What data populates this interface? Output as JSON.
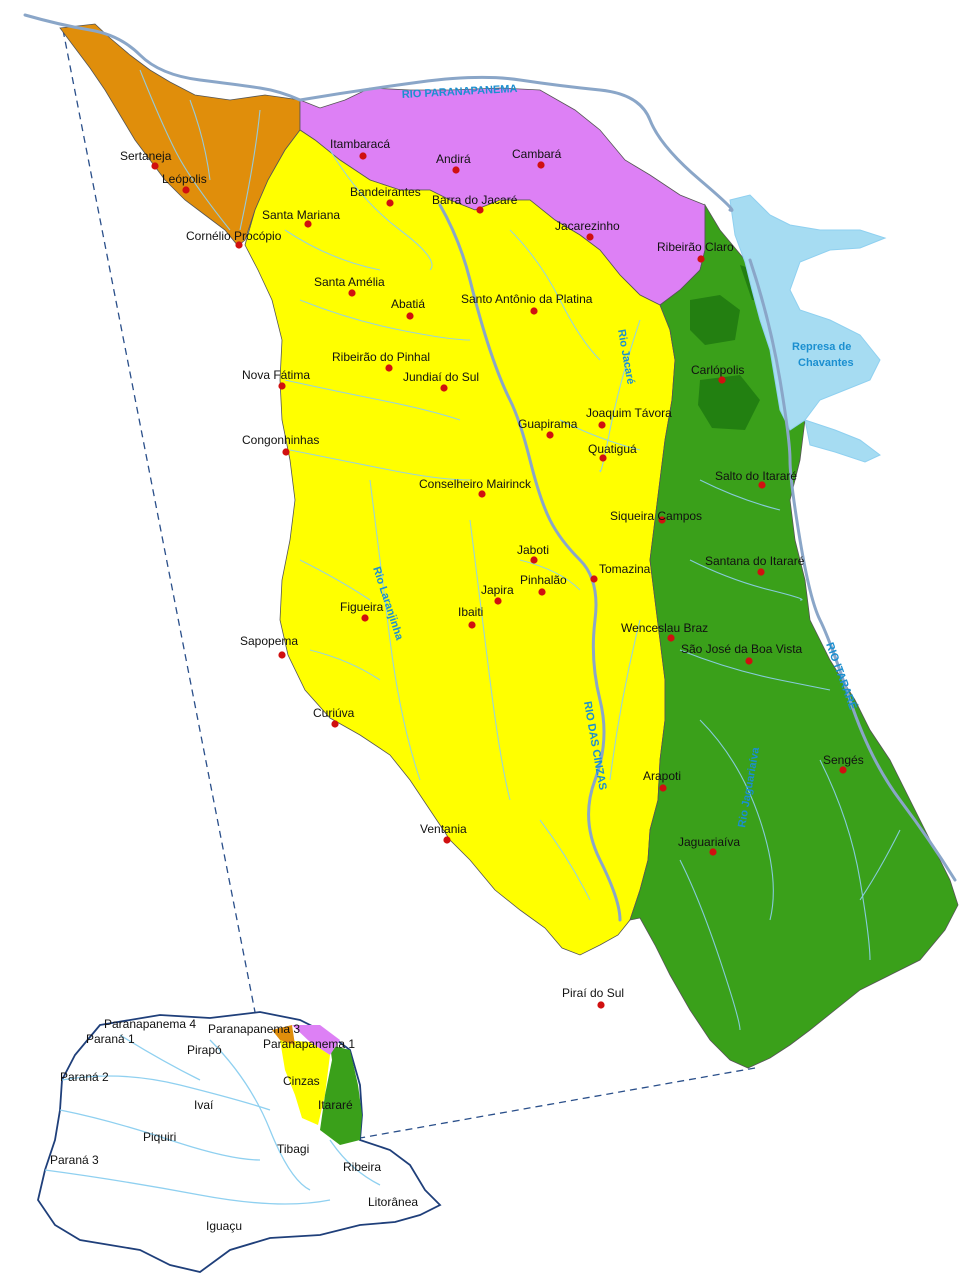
{
  "colors": {
    "orange": "#e08e0b",
    "magenta": "#dd80f5",
    "yellow": "#ffff00",
    "green": "#3aa01a",
    "dark_green": "#1f7a10",
    "river": "#8fd0f0",
    "main_river": "#8aa6c8",
    "reservoir": "#a6dcf2",
    "city_dot": "#d01010",
    "inset_border": "#1f3f7a"
  },
  "rivers": [
    {
      "label": "RIO PARANAPANEMA"
    },
    {
      "label": "Rio Jacaré"
    },
    {
      "label": "Represa de"
    },
    {
      "label": "Chavantes"
    },
    {
      "label": "Rio Laranjinha"
    },
    {
      "label": "RIO DAS CINZAS"
    },
    {
      "label": "RIO ITARARÉ"
    },
    {
      "label": "Rio Jaguariaíva"
    }
  ],
  "cities": [
    {
      "name": "Itambaracá"
    },
    {
      "name": "Andirá"
    },
    {
      "name": "Cambará"
    },
    {
      "name": "Sertaneja"
    },
    {
      "name": "Leópolis"
    },
    {
      "name": "Bandeirantes"
    },
    {
      "name": "Barra do Jacaré"
    },
    {
      "name": "Santa Mariana"
    },
    {
      "name": "Jacarezinho"
    },
    {
      "name": "Cornélio Procópio"
    },
    {
      "name": "Ribeirão Claro"
    },
    {
      "name": "Santa Amélia"
    },
    {
      "name": "Abatiá"
    },
    {
      "name": "Santo Antônio da Platina"
    },
    {
      "name": "Ribeirão do Pinhal"
    },
    {
      "name": "Nova Fátima"
    },
    {
      "name": "Jundiaí do Sul"
    },
    {
      "name": "Carlópolis"
    },
    {
      "name": "Joaquim Távora"
    },
    {
      "name": "Guapirama"
    },
    {
      "name": "Congonhinhas"
    },
    {
      "name": "Quatiguá"
    },
    {
      "name": "Salto do Itararé"
    },
    {
      "name": "Conselheiro Mairinck"
    },
    {
      "name": "Siqueira Campos"
    },
    {
      "name": "Jaboti"
    },
    {
      "name": "Santana do Itararé"
    },
    {
      "name": "Tomazina"
    },
    {
      "name": "Japira"
    },
    {
      "name": "Pinhalão"
    },
    {
      "name": "Figueira"
    },
    {
      "name": "Ibaiti"
    },
    {
      "name": "Wenceslau Braz"
    },
    {
      "name": "Sapopema"
    },
    {
      "name": "São José da Boa Vista"
    },
    {
      "name": "Curiúva"
    },
    {
      "name": "Sengés"
    },
    {
      "name": "Arapoti"
    },
    {
      "name": "Ventania"
    },
    {
      "name": "Jaguariaíva"
    },
    {
      "name": "Piraí do Sul"
    }
  ],
  "inset": {
    "labels": [
      "Paranapanema 4",
      "Paraná 1",
      "Paranapanema 3",
      "Pirapó",
      "Paranapanema 1",
      "Paraná 2",
      "Cinzas",
      "Ivaí",
      "Itararé",
      "Piquiri",
      "Tibagi",
      "Paraná 3",
      "Ribeira",
      "Litorânea",
      "Iguaçu"
    ]
  }
}
